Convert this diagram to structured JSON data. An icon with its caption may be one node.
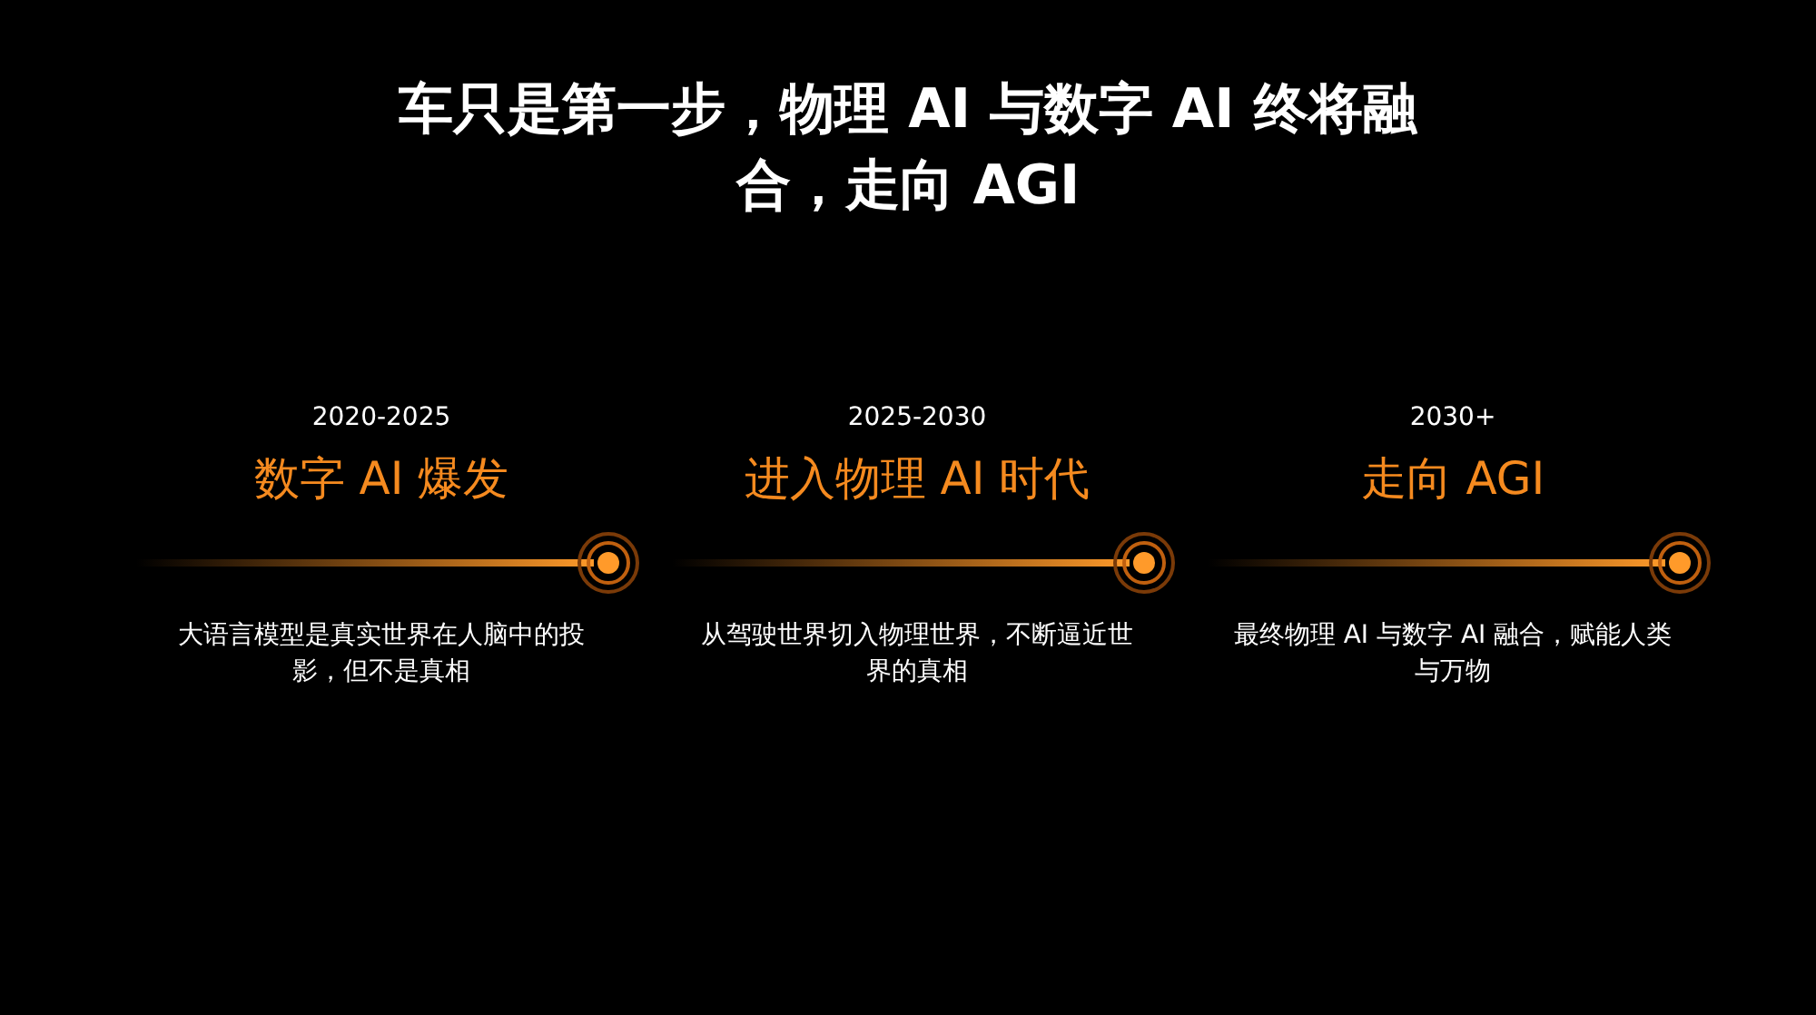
{
  "diagram": {
    "title": "车只是第一步，物理 AI 与数字 AI 终将融合，走向 AGI",
    "nodes": [
      {
        "text": [
          "2020-2025",
          "数字 AI 爆发",
          "大语言模型是真实世界在人脑中的投影，但不是真相"
        ]
      },
      {
        "text": [
          "2025-2030",
          "进入物理 AI 时代",
          "从驾驶世界切入物理世界，不断逼近世界的真相"
        ]
      },
      {
        "text": [
          "2030+",
          "走向 AGI",
          "最终物理 AI 与数字 AI 融合，赋能人类与万物"
        ]
      }
    ],
    "edges": []
  }
}
